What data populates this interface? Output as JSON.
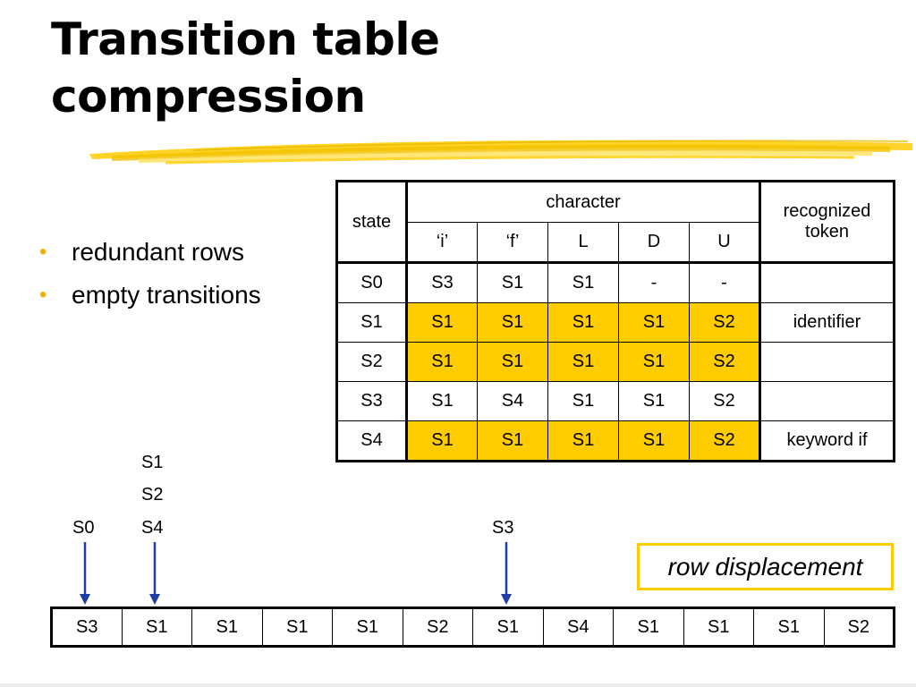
{
  "slide": {
    "title_line1": "Transition table",
    "title_line2": "compression",
    "accent_color": "#ffcc00",
    "bullet_color": "#f0b400",
    "bullet_glyph": "•",
    "bullets": [
      "redundant rows",
      "empty transitions"
    ]
  },
  "transition_table": {
    "state_header": "state",
    "character_header": "character",
    "token_header": "recognized token",
    "characters": [
      "‘i’",
      "‘f’",
      "L",
      "D",
      "U"
    ],
    "rows": [
      {
        "state": "S0",
        "cells": [
          "S3",
          "S1",
          "S1",
          "-",
          "-"
        ],
        "token": "",
        "highlighted": false
      },
      {
        "state": "S1",
        "cells": [
          "S1",
          "S1",
          "S1",
          "S1",
          "S2"
        ],
        "token": "identifier",
        "highlighted": true
      },
      {
        "state": "S2",
        "cells": [
          "S1",
          "S1",
          "S1",
          "S1",
          "S2"
        ],
        "token": "",
        "highlighted": true
      },
      {
        "state": "S3",
        "cells": [
          "S1",
          "S4",
          "S1",
          "S1",
          "S2"
        ],
        "token": "",
        "highlighted": false
      },
      {
        "state": "S4",
        "cells": [
          "S1",
          "S1",
          "S1",
          "S1",
          "S2"
        ],
        "token": "keyword if",
        "highlighted": true
      }
    ]
  },
  "pointers": {
    "s0": "S0",
    "shared_stack": [
      "S1",
      "S2",
      "S4"
    ],
    "s3": "S3",
    "arrow_color": "#1f3fa8"
  },
  "row_displacement": {
    "label": "row displacement",
    "cells": [
      "S3",
      "S1",
      "S1",
      "S1",
      "S1",
      "S2",
      "S1",
      "S4",
      "S1",
      "S1",
      "S1",
      "S2"
    ]
  }
}
